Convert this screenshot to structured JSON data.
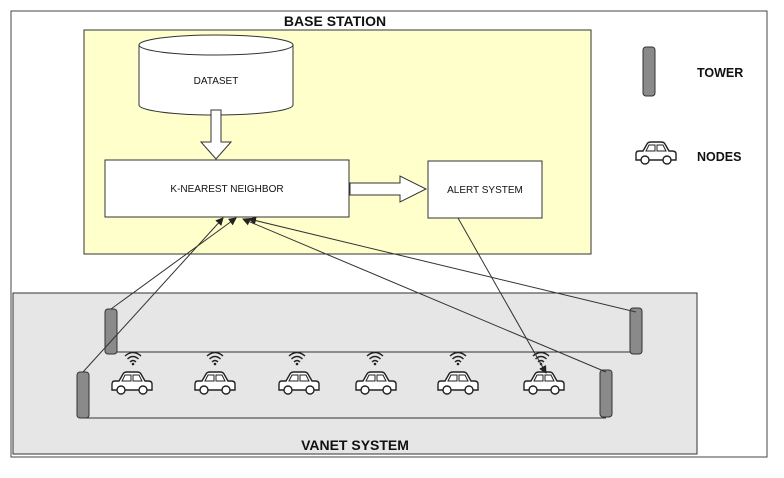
{
  "base_station": {
    "title": "BASE STATION"
  },
  "dataset": {
    "label": "DATASET"
  },
  "knn": {
    "label": "K-NEAREST NEIGHBOR"
  },
  "alert": {
    "label": "ALERT SYSTEM"
  },
  "vanet": {
    "title": "VANET SYSTEM"
  },
  "legend": {
    "tower_label": "TOWER",
    "nodes_label": "NODES"
  },
  "colors": {
    "base_station_fill": "#ffffcc",
    "vanet_fill": "#e6e6e6",
    "tower_fill": "#8a8a8a",
    "line": "#333333"
  }
}
